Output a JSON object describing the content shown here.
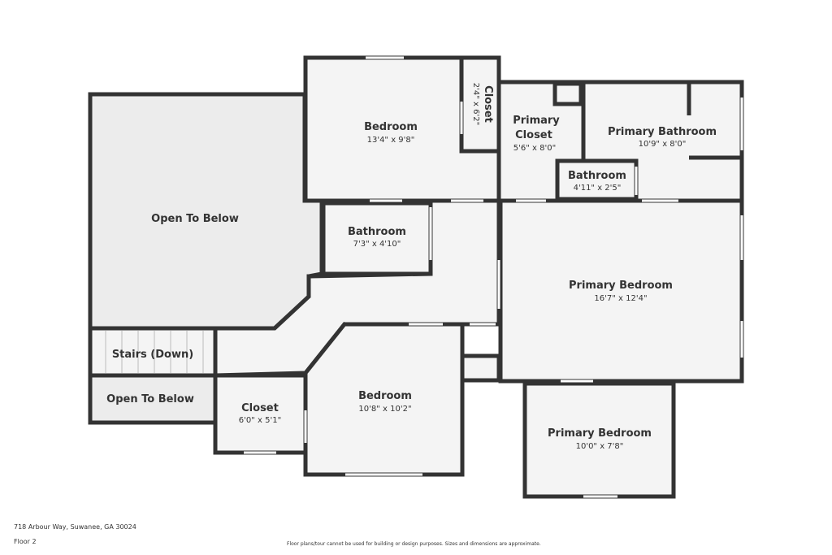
{
  "rooms": [
    {
      "name": "Open To Below",
      "dims": ""
    },
    {
      "name": "Bedroom",
      "dims": "13'4\" x 9'8\""
    },
    {
      "name": "Closet",
      "dims": "2'4\" x 6'2\""
    },
    {
      "name": "Primary",
      "name2": "Closet",
      "dims": "5'6\" x 8'0\""
    },
    {
      "name": "Primary Bathroom",
      "dims": "10'9\" x 8'0\""
    },
    {
      "name": "Bathroom",
      "dims": "4'11\" x 2'5\""
    },
    {
      "name": "Bathroom",
      "dims": "7'3\" x 4'10\""
    },
    {
      "name": "Primary Bedroom",
      "dims": "16'7\" x 12'4\""
    },
    {
      "name": "Stairs (Down)",
      "dims": ""
    },
    {
      "name": "Open To Below",
      "dims": ""
    },
    {
      "name": "Closet",
      "dims": "6'0\" x 5'1\""
    },
    {
      "name": "Bedroom",
      "dims": "10'8\" x 10'2\""
    },
    {
      "name": "Primary Bedroom",
      "dims": "10'0\" x 7'8\""
    }
  ],
  "footer": {
    "address": "718 Arbour Way, Suwanee, GA 30024",
    "floor": "Floor 2",
    "disclaimer": "Floor plans/tour cannot be used for building or design purposes. Sizes and dimensions are approximate."
  }
}
